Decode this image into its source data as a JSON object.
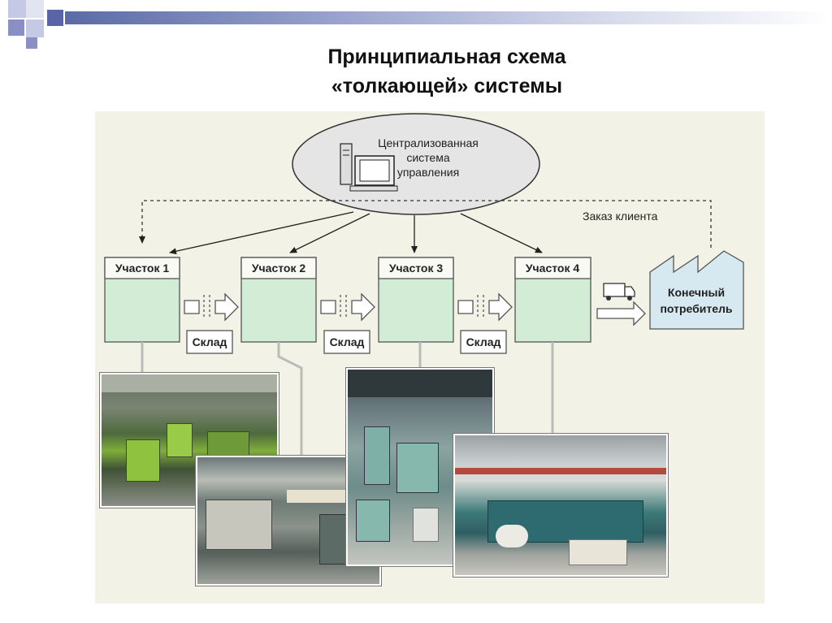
{
  "title": {
    "line1": "Принципиальная схема",
    "line2": "«толкающей» системы"
  },
  "control": {
    "line1": "Централизованная",
    "line2": "система",
    "line3": "управления"
  },
  "sections": [
    "Участок 1",
    "Участок 2",
    "Участок 3",
    "Участок 4"
  ],
  "warehouse_label": "Склад",
  "order_label": "Заказ клиента",
  "consumer": {
    "line1": "Конечный",
    "line2": "потребитель"
  },
  "icons": [
    "computer-icon",
    "truck-icon",
    "factory-icon"
  ],
  "colors": {
    "section_fill": "#d3ecd5",
    "consumer_fill": "#d6e8f0",
    "canvas": "#f3f2e6",
    "ellipse": "#e5e5e5"
  }
}
